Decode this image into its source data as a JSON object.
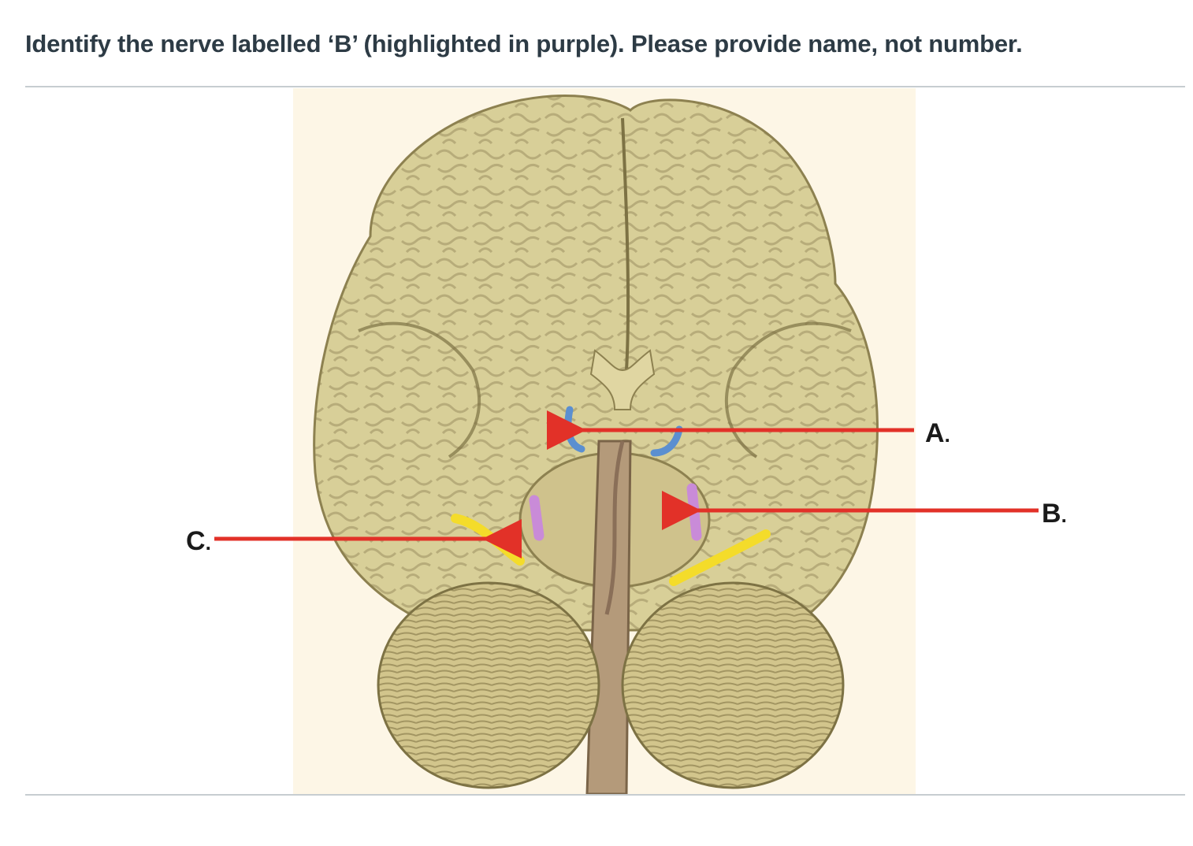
{
  "question": {
    "text": "Identify the nerve labelled ‘B’ (highlighted in purple). Please provide name, not number."
  },
  "figure": {
    "labels": [
      {
        "letter": "A",
        "dot": "."
      },
      {
        "letter": "B",
        "dot": "."
      },
      {
        "letter": "C",
        "dot": "."
      }
    ],
    "colors": {
      "arrow": "#e23128",
      "nerve_a": "#5b8fd0",
      "nerve_b": "#c98bd8",
      "nerve_c": "#f4dc2a",
      "tissue": "#d6cc94",
      "photo_bg": "#fdf6e6"
    }
  }
}
